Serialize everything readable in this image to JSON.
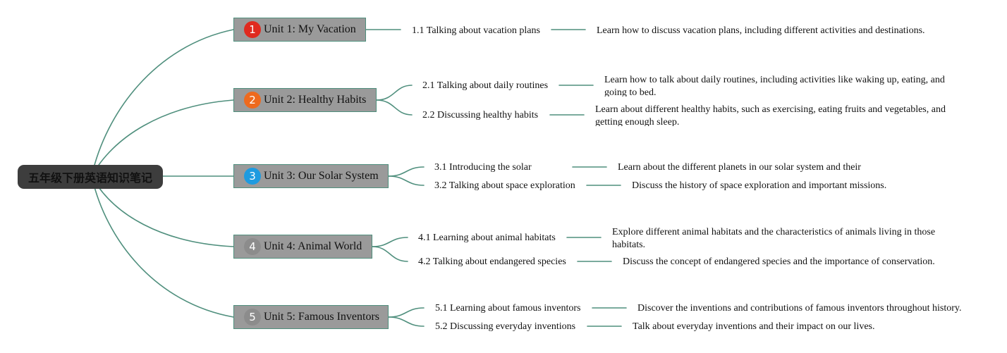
{
  "root": {
    "title": "五年级下册英语知识笔记"
  },
  "units": [
    {
      "number": "1",
      "badge_color": "#e02a1f",
      "title": "Unit 1: My Vacation",
      "topics": [
        {
          "label": "1.1 Talking about vacation plans",
          "description": "Learn how to discuss vacation plans, including different activities and destinations."
        }
      ]
    },
    {
      "number": "2",
      "badge_color": "#ee6a1e",
      "title": "Unit 2: Healthy Habits",
      "topics": [
        {
          "label": "2.1 Talking about daily routines",
          "description": "Learn how to talk about daily routines, including activities like waking up, eating, and going to bed."
        },
        {
          "label": "2.2 Discussing healthy habits",
          "description": "Learn about different healthy habits, such as exercising, eating fruits and vegetables, and getting enough sleep."
        }
      ]
    },
    {
      "number": "3",
      "badge_color": "#1e9be0",
      "title": "Unit 3: Our Solar System",
      "topics": [
        {
          "label": "3.1 Introducing the solar",
          "description": "Learn about the different planets in our solar system and their"
        },
        {
          "label": "3.2 Talking about space exploration",
          "description": "Discuss the history of space exploration and important missions."
        }
      ]
    },
    {
      "number": "4",
      "badge_color": "#8c8c8c",
      "title": "Unit 4: Animal World",
      "topics": [
        {
          "label": "4.1 Learning about animal habitats",
          "description": "Explore different animal habitats and the characteristics of animals living in those habitats."
        },
        {
          "label": "4.2 Talking about endangered species",
          "description": "Discuss the concept of endangered species and the importance of conservation."
        }
      ]
    },
    {
      "number": "5",
      "badge_color": "#8c8c8c",
      "title": "Unit 5: Famous Inventors",
      "topics": [
        {
          "label": "5.1 Learning about famous inventors",
          "description": "Discover the inventions and contributions of famous inventors throughout history."
        },
        {
          "label": "5.2 Discussing everyday inventions",
          "description": "Talk about everyday inventions and their impact on our lives."
        }
      ]
    }
  ],
  "line_color": "#4f8f7d"
}
